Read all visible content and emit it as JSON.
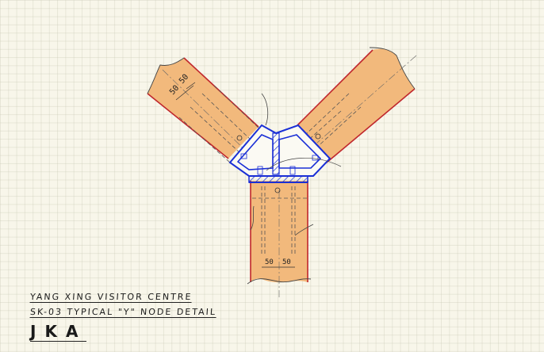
{
  "title_block": {
    "project": "YANG XING VISITOR CENTRE",
    "drawing": "SK-03 TYPICAL \"Y\" NODE DETAIL",
    "author": "JKA"
  },
  "dimensions": {
    "left_arm_1": "50",
    "left_arm_2": "50",
    "bottom_1": "50",
    "bottom_2": "50"
  },
  "colors": {
    "background": "#f8f6ea",
    "grid": "#d8d6c0",
    "timber_fill": "#f2b97c",
    "timber_edge": "#c0272d",
    "steel_node": "#1a2fd6",
    "pencil": "#333333"
  }
}
